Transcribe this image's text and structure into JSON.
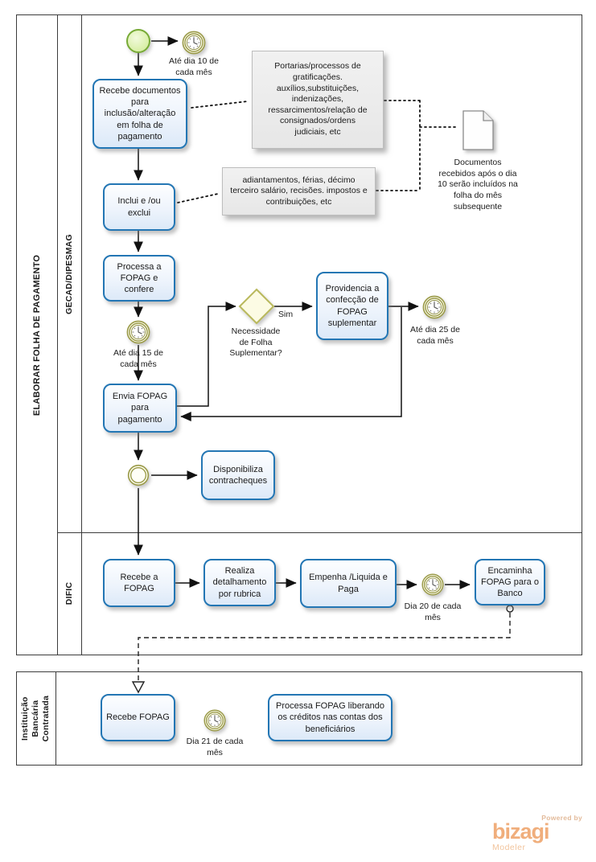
{
  "pool1": {
    "title": "ELABORAR FOLHA DE PAGAMENTO",
    "lane1": "GECAD/DIPESMAG",
    "lane2": "DIFIC"
  },
  "pool2": {
    "title": "Instituição Bancária\nContratada"
  },
  "tasks": {
    "recebe_documentos": "Recebe documentos para inclusão/alteração em folha de pagamento",
    "inclui_exclui": "Inclui e /ou exclui",
    "processa_confere": "Processa a FOPAG e confere",
    "envia_fopag": "Envia FOPAG para pagamento",
    "providencia": "Providencia a confecção de FOPAG suplementar",
    "disponibiliza": "Disponibiliza contracheques",
    "recebe_a_fopag": "Recebe a FOPAG",
    "realiza_detalhamento": "Realiza detalhamento por rubrica",
    "empenha": "Empenha /Liquida e Paga",
    "encaminha": "Encaminha FOPAG para o Banco",
    "recebe_fopag": "Recebe FOPAG",
    "processa_liberando": "Processa FOPAG liberando os créditos nas contas  dos beneficiários"
  },
  "events": {
    "timer_dia10": "Até dia  10 de\ncada mês",
    "timer_dia15": "Até dia 15 de\ncada mês",
    "timer_dia25": "Até dia 25 de\ncada mês",
    "timer_dia20": "Dia 20 de cada\nmês",
    "timer_dia21": "Dia 21 de cada\nmês"
  },
  "gateway": {
    "label": "Necessidade\nde Folha\nSuplementar?",
    "sim": "Sim"
  },
  "annotations": {
    "portarias": "Portarias/processos  de\ngratificações.\nauxílios,substituições,\nindenizações,\nressarcimentos/relação de\nconsignados/ordens\njudiciais, etc",
    "adiantamentos": "adiantamentos, férias,  décimo\nterceiro salário, recisões. impostos e\ncontribuições, etc"
  },
  "document_label": "Documentos\nrecebidos após o dia\n10 serão incluídos na\nfolha do mês\nsubsequente",
  "branding": {
    "powered_by": "Powered by",
    "name": "bizagi",
    "product": "Modeler"
  },
  "colors": {
    "task_border": "#2376b4",
    "event_olive": "#9a9a48",
    "start_green": "#77aa36",
    "gateway_yellow": "#b9b95c",
    "brand_orange": "#f0ae7c"
  }
}
